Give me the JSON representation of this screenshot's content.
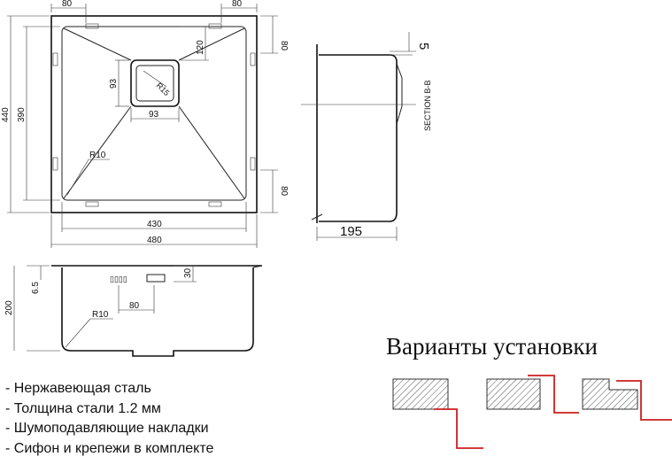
{
  "top_view": {
    "dim_left_top": "80",
    "dim_right_top": "80",
    "dim_right_side": "80",
    "dim_right_bottom": "80",
    "dim_outer_height": "440",
    "dim_inner_height": "390",
    "dim_drain_height": "93",
    "dim_drain_width": "93",
    "dim_drain_offset": "120",
    "drain_radius": "R15",
    "corner_radius": "R10",
    "dim_inner_width": "430",
    "dim_outer_width": "480"
  },
  "section_view": {
    "angle_label": "5",
    "section_label": "SECTION B-B",
    "depth_label": "195"
  },
  "front_view": {
    "dim_depth": "200",
    "dim_flange": "6.5",
    "dim_overflow": "30",
    "dim_offset": "80",
    "corner_radius": "R10"
  },
  "install": {
    "heading": "Варианты установки"
  },
  "specs": {
    "items": [
      "- Нержавеющая сталь",
      "- Толщина стали 1.2 мм",
      "- Шумоподавляющие накладки",
      "- Сифон и крепежи в комплекте"
    ]
  },
  "colors": {
    "line": "#222222",
    "accent": "#cc1f1f"
  }
}
